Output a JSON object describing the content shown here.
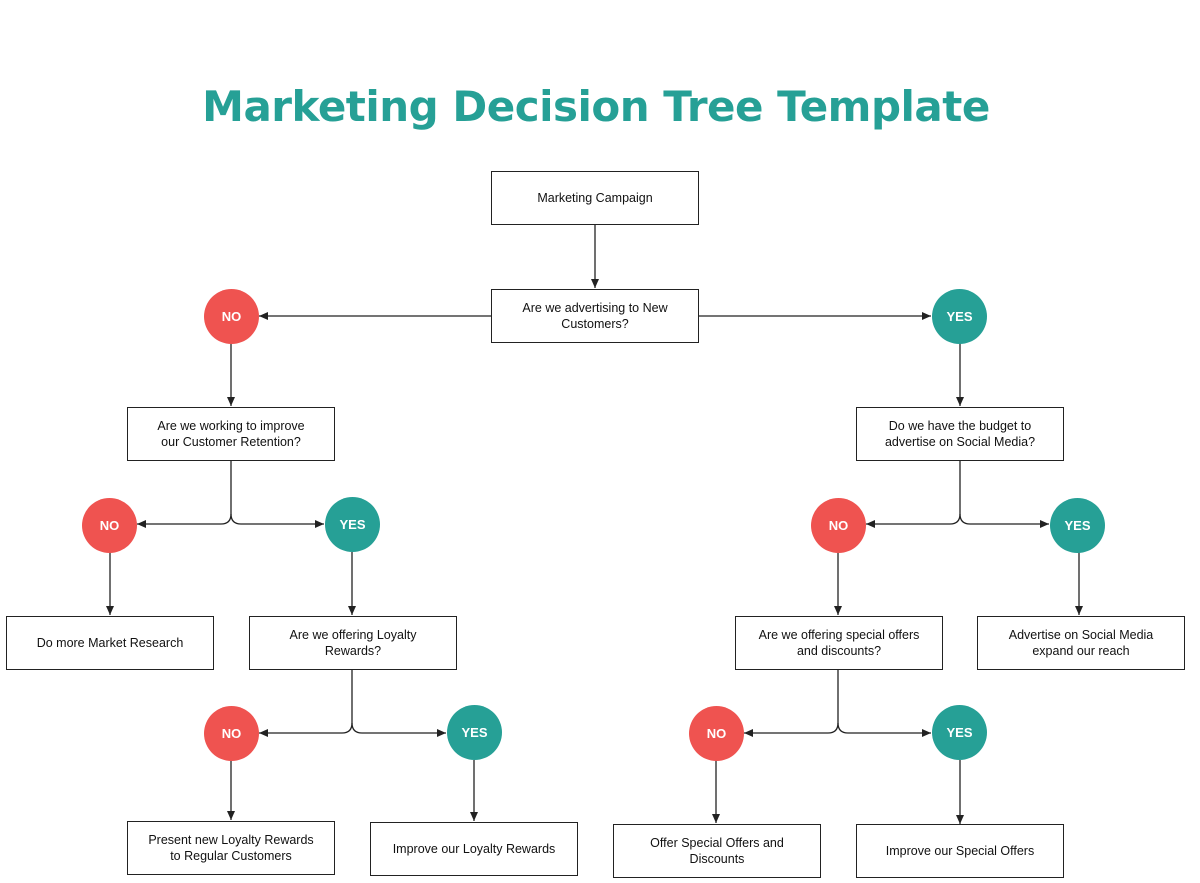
{
  "title": "Marketing Decision Tree Template",
  "colors": {
    "title": "#26a096",
    "yes": "#26a096",
    "no": "#ef5350",
    "line": "#222222"
  },
  "nodes": {
    "root": "Marketing Campaign",
    "q_new_customers": "Are we advertising to New\nCustomers?",
    "q_retention": "Are we working to improve\nour Customer Retention?",
    "q_budget": "Do we have the budget to\nadvertise on Social Media?",
    "market_research": "Do more Market Research",
    "q_loyalty": "Are we offering Loyalty\nRewards?",
    "q_special": "Are we offering special offers\nand discounts?",
    "advertise_social": "Advertise on Social Media\nexpand our reach",
    "present_loyalty": "Present new Loyalty Rewards\nto Regular Customers",
    "improve_loyalty": "Improve our Loyalty Rewards",
    "offer_special": "Offer Special Offers and\nDiscounts",
    "improve_special": "Improve our Special Offers"
  },
  "labels": {
    "no": "NO",
    "yes": "YES"
  }
}
